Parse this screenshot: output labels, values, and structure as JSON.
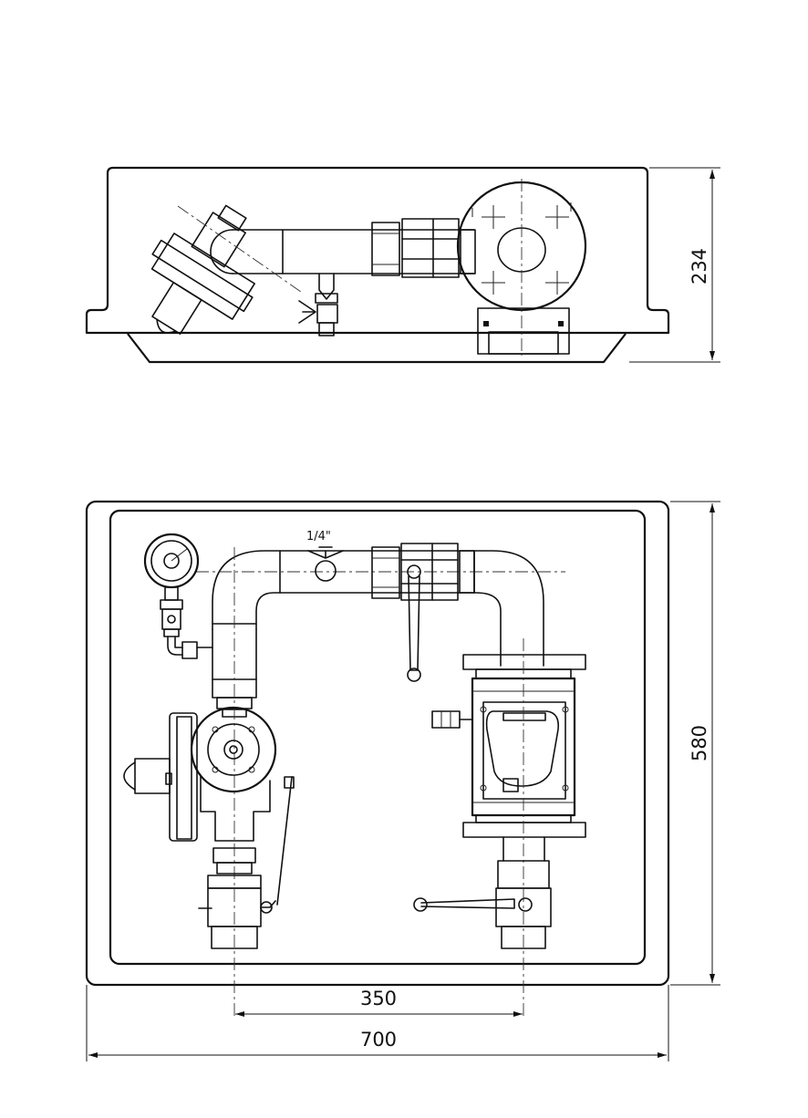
{
  "dimensions": {
    "height_top": "234",
    "height_front": "580",
    "axis_spacing": "350",
    "overall_width": "700"
  },
  "labels": {
    "thread_size": "1/4\""
  }
}
